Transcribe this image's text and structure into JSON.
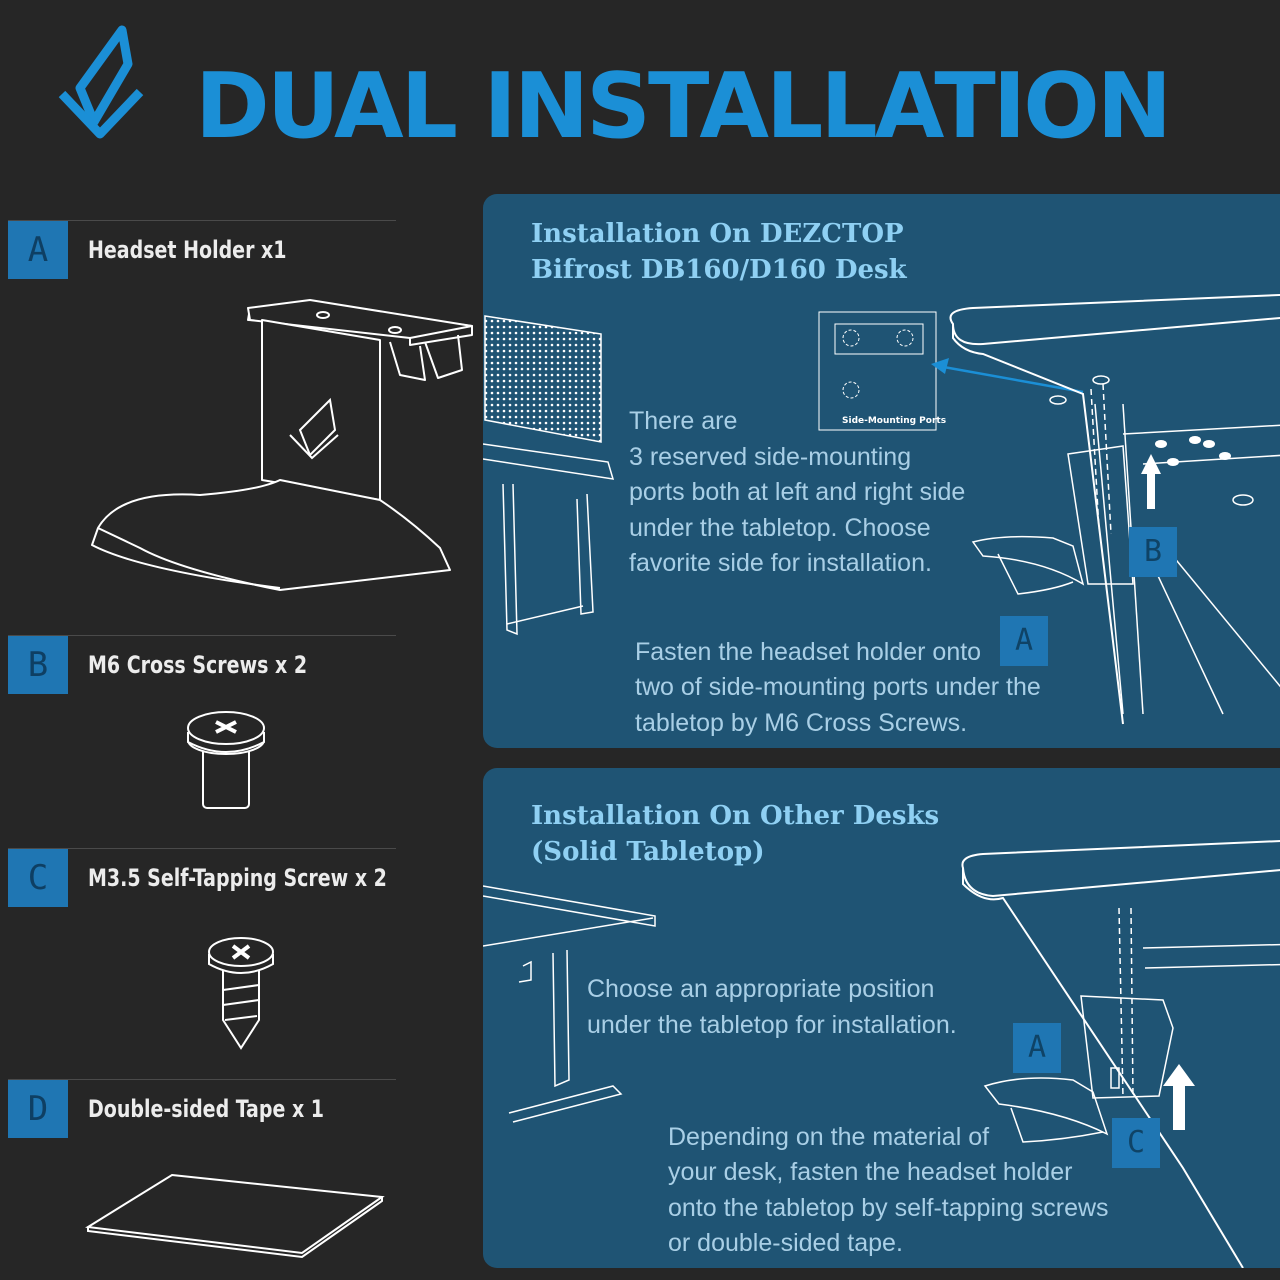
{
  "header": {
    "title": "DUAL INSTALLATION",
    "logo": "brand-logo-icon"
  },
  "parts": [
    {
      "letter": "A",
      "label": "Headset Holder x1"
    },
    {
      "letter": "B",
      "label": "M6 Cross Screws x 2"
    },
    {
      "letter": "C",
      "label": "M3.5 Self-Tapping Screw  x 2"
    },
    {
      "letter": "D",
      "label": "Double-sided Tape x 1"
    }
  ],
  "panel1": {
    "title_line1": "Installation On DEZCTOP",
    "title_line2": "Bifrost DB160/D160 Desk",
    "ports_label": "Side-Mounting Ports",
    "text1": [
      "There are",
      "3 reserved side-mounting",
      "ports both at left and right side",
      "under the tabletop. Choose",
      "favorite side for installation."
    ],
    "text2": [
      "Fasten the headset holder onto",
      "two of side-mounting ports under the",
      "tabletop by M6 Cross Screws."
    ],
    "badge_a": "A",
    "badge_b": "B"
  },
  "panel2": {
    "title_line1": "Installation On Other Desks",
    "title_line2": "(Solid Tabletop)",
    "text1": [
      "Choose an appropriate position",
      "under the tabletop for installation."
    ],
    "text2": [
      "Depending on the material of",
      "your desk, fasten the headset holder",
      "onto the tabletop by self-tapping screws",
      "or double-sided tape."
    ],
    "badge_a": "A",
    "badge_c": "C"
  },
  "colors": {
    "background": "#262626",
    "accent": "#1b8fd6",
    "panel": "#1f5474",
    "panel_title": "#8fd0f3"
  }
}
